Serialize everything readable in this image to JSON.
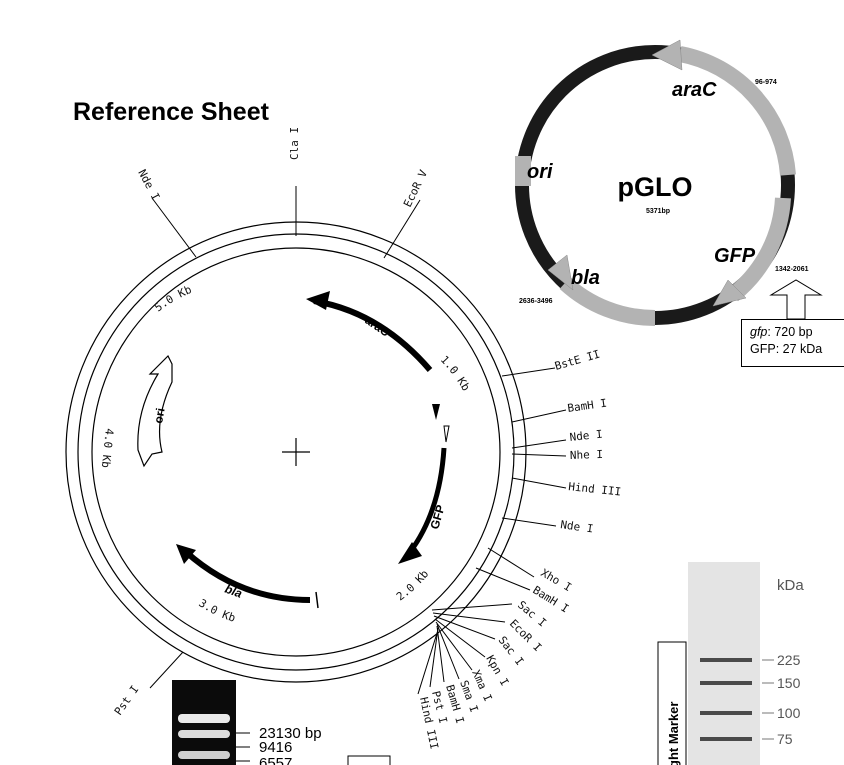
{
  "title": "Reference Sheet",
  "pglo": {
    "name": "pGLO",
    "size": "5371bp",
    "genes": {
      "araC": "araC",
      "ori": "ori",
      "gfp": "GFP",
      "bla": "bla"
    },
    "coords": {
      "araC": "96-974",
      "gfp": "1342-2061",
      "bla": "2636-3496"
    },
    "gfp_info": {
      "gene": "gfp",
      "gene_len": ": 720 bp",
      "protein": "GFP: 27 kDa"
    }
  },
  "restriction_map": {
    "scale": {
      "kb1": "1.0 Kb",
      "kb2": "2.0 Kb",
      "kb3": "3.0 Kb",
      "kb4": "4.0 Kb",
      "kb5": "5.0 Kb"
    },
    "genes": {
      "araC": "araC",
      "gfp": "GFP",
      "bla": "bla",
      "ori": "ori"
    },
    "sites": {
      "nde1_top": "Nde I",
      "cla1": "Cla I",
      "ecorv": "EcoR V",
      "bste2": "BstE II",
      "bamh1_a": "BamH I",
      "nde1_a": "Nde I",
      "nhe1": "Nhe I",
      "hind3_a": "Hind III",
      "nde1_b": "Nde I",
      "xho1": "Xho I",
      "bamh1_b": "BamH I",
      "sac1_a": "Sac I",
      "ecor1": "EcoR I",
      "sac1_b": "Sac I",
      "kpn1": "Kpn I",
      "xma1": "Xma I",
      "sma1": "Sma I",
      "bamh1_c": "BamH I",
      "pst1_a": "Pst I",
      "hind3_b": "Hind III",
      "pst1_b": "Pst I"
    }
  },
  "dna_gel": {
    "bands": [
      "23130 bp",
      "9416",
      "6557"
    ]
  },
  "protein_gel": {
    "unit": "kDa",
    "marker_label": "ght Marker",
    "ladder": [
      "225",
      "150",
      "100",
      "75"
    ]
  }
}
